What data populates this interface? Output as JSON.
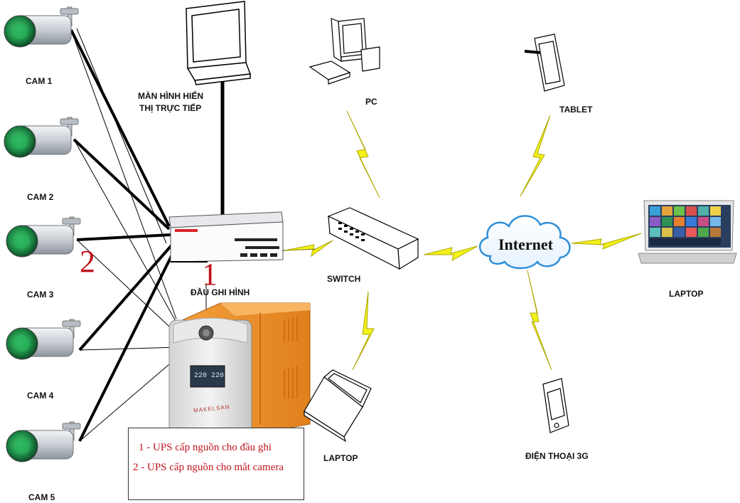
{
  "cameras": [
    {
      "label": "CAM 1"
    },
    {
      "label": "CAM 2"
    },
    {
      "label": "CAM 3"
    },
    {
      "label": "CAM 4"
    },
    {
      "label": "CAM 5"
    }
  ],
  "monitor": {
    "label_line1": "MÀN HÌNH HIỂN",
    "label_line2": "THỊ TRỰC TIẾP"
  },
  "recorder": {
    "label": "ĐẦU GHI HÌNH"
  },
  "switch": {
    "label": "SWITCH"
  },
  "pc": {
    "label": "PC"
  },
  "tablet": {
    "label": "TABLET"
  },
  "laptop_right": {
    "label": "LAPTOP"
  },
  "laptop_bottom": {
    "label": "LAPTOP"
  },
  "phone": {
    "label": "ĐIỆN THOẠI 3G"
  },
  "cloud": {
    "label": "Internet"
  },
  "ups": {
    "brand": "MAKELSAN",
    "display": "220 220"
  },
  "markers": {
    "one": "1",
    "two": "2"
  },
  "legend": {
    "line1": "1 -  UPS cấp nguồn cho đầu ghi",
    "line2": "2 - UPS cấp nguồn cho mắt camera"
  },
  "colors": {
    "bolt": "#f2f21a",
    "ups_orange": "#f0922c",
    "accent_red": "#c0141c"
  }
}
